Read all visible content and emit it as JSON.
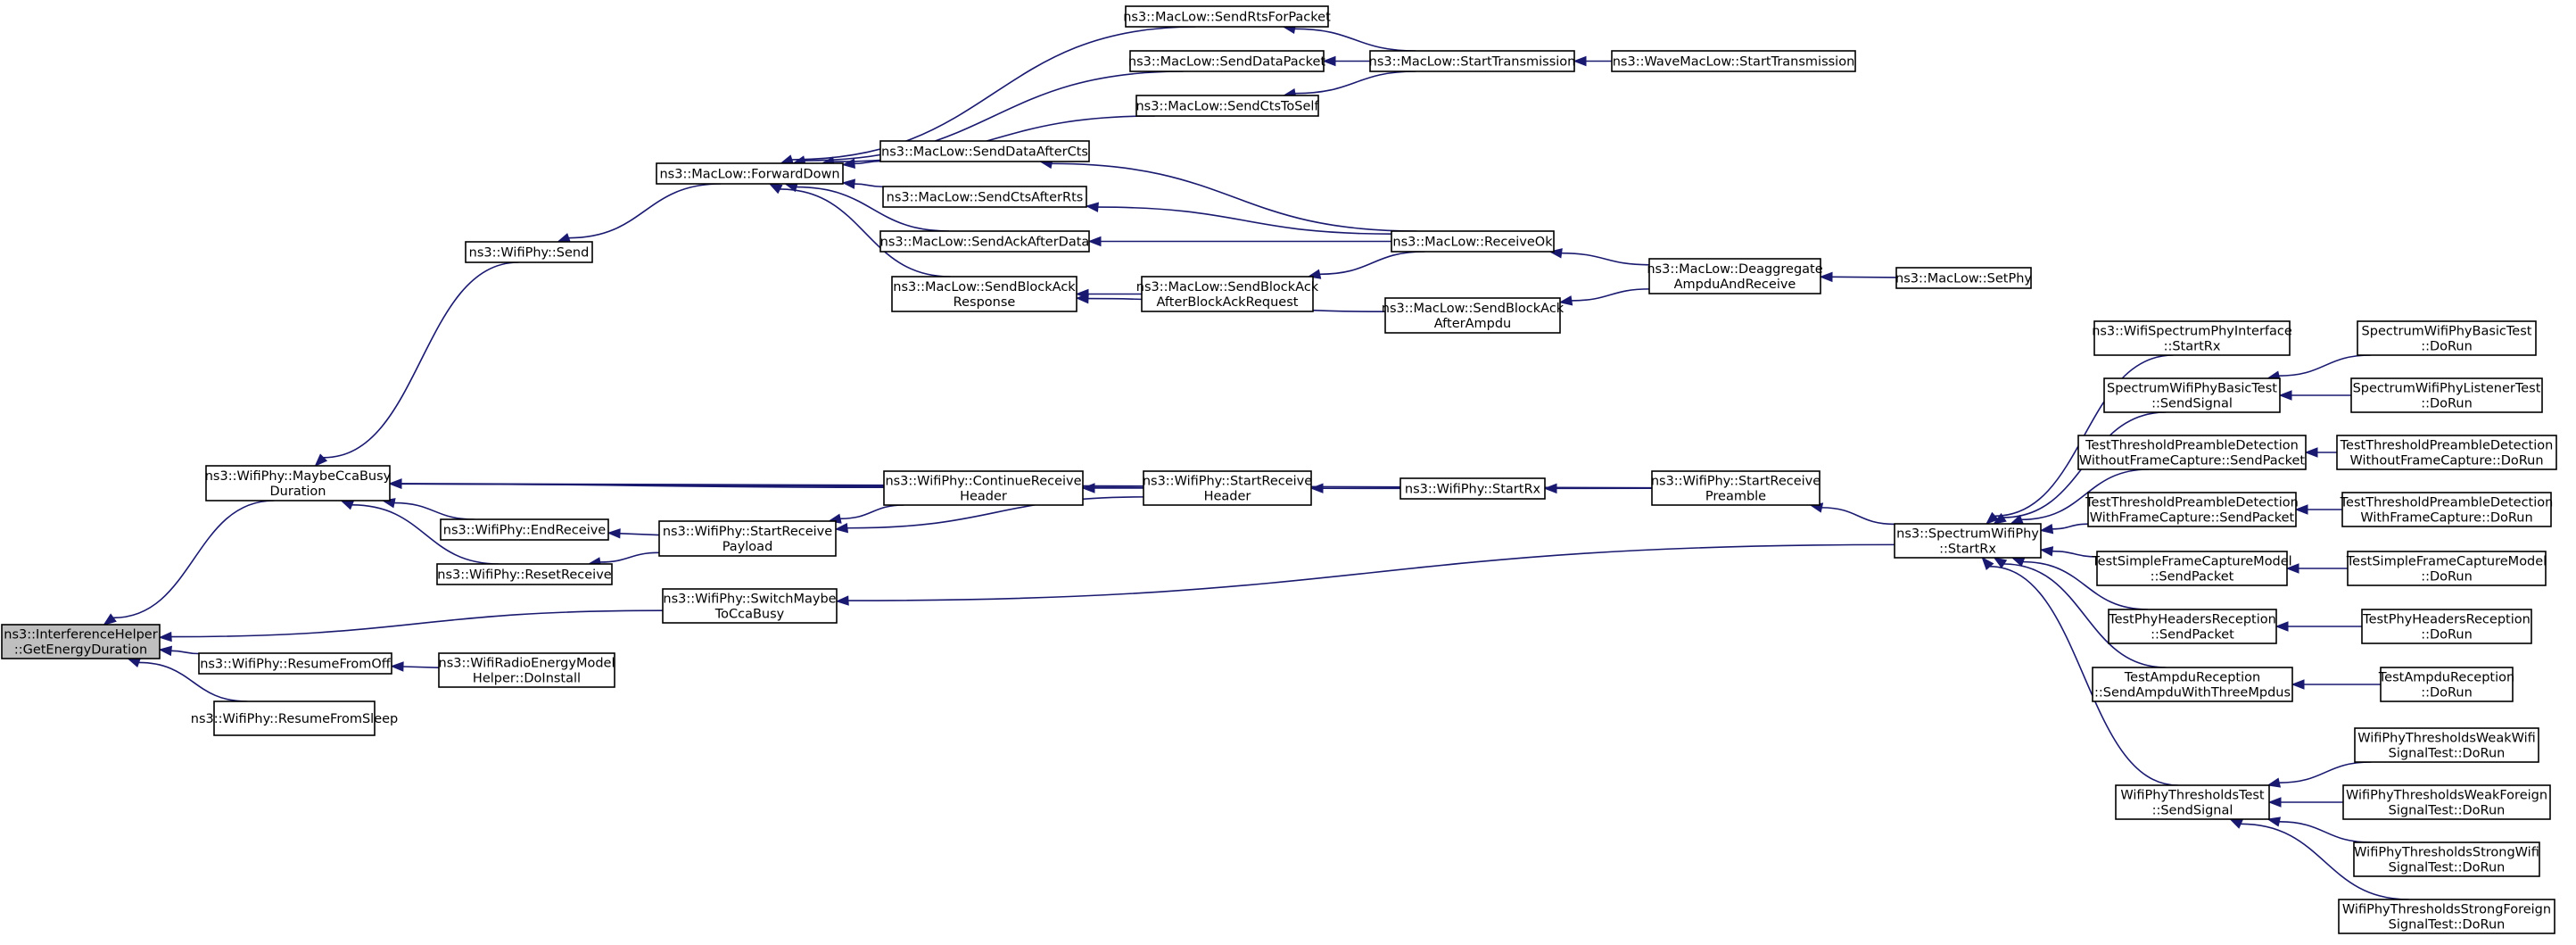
{
  "colors": {
    "edge": "#191970",
    "root_fill": "#bfbfbf",
    "node_fill": "#ffffff",
    "node_stroke": "#000000"
  },
  "nodes": {
    "root": [
      "ns3::InterferenceHelper",
      "::GetEnergyDuration"
    ],
    "maybeCca": [
      "ns3::WifiPhy::MaybeCcaBusy",
      "Duration"
    ],
    "resumeFromOff": [
      "ns3::WifiPhy::ResumeFromOff"
    ],
    "resumeFromSleep": [
      "ns3::WifiPhy::ResumeFromSleep"
    ],
    "wifiSend": [
      "ns3::WifiPhy::Send"
    ],
    "endReceive": [
      "ns3::WifiPhy::EndReceive"
    ],
    "resetReceive": [
      "ns3::WifiPhy::ResetReceive"
    ],
    "switchMaybe": [
      "ns3::WifiPhy::SwitchMaybe",
      "ToCcaBusy"
    ],
    "radioEnergy": [
      "ns3::WifiRadioEnergyModel",
      "Helper::DoInstall"
    ],
    "forwardDown": [
      "ns3::MacLow::ForwardDown"
    ],
    "startRecvPayload": [
      "ns3::WifiPhy::StartReceive",
      "Payload"
    ],
    "sendDataAfterCts": [
      "ns3::MacLow::SendDataAfterCts"
    ],
    "sendCtsAfterRts": [
      "ns3::MacLow::SendCtsAfterRts"
    ],
    "sendAckAfterData": [
      "ns3::MacLow::SendAckAfterData"
    ],
    "sendBlockAckResp": [
      "ns3::MacLow::SendBlockAck",
      "Response"
    ],
    "continueRecvHeader": [
      "ns3::WifiPhy::ContinueReceive",
      "Header"
    ],
    "sendRtsForPacket": [
      "ns3::MacLow::SendRtsForPacket"
    ],
    "sendDataPacket": [
      "ns3::MacLow::SendDataPacket"
    ],
    "sendCtsToSelf": [
      "ns3::MacLow::SendCtsToSelf"
    ],
    "sendBlockAckAfterBAR": [
      "ns3::MacLow::SendBlockAck",
      "AfterBlockAckRequest"
    ],
    "startRecvHeader": [
      "ns3::WifiPhy::StartReceive",
      "Header"
    ],
    "startTransmission": [
      "ns3::MacLow::StartTransmission"
    ],
    "receiveOk": [
      "ns3::MacLow::ReceiveOk"
    ],
    "sendBlockAckAfterAmpdu": [
      "ns3::MacLow::SendBlockAck",
      "AfterAmpdu"
    ],
    "wifiStartRx": [
      "ns3::WifiPhy::StartRx"
    ],
    "waveStartTransmission": [
      "ns3::WaveMacLow::StartTransmission"
    ],
    "deaggregate": [
      "ns3::MacLow::Deaggregate",
      "AmpduAndReceive"
    ],
    "startRecvPreamble": [
      "ns3::WifiPhy::StartReceive",
      "Preamble"
    ],
    "setPhy": [
      "ns3::MacLow::SetPhy"
    ],
    "spectrumStartRx": [
      "ns3::SpectrumWifiPhy",
      "::StartRx"
    ],
    "specIfStartRx": [
      "ns3::WifiSpectrumPhyInterface",
      "::StartRx"
    ],
    "specBasicSend": [
      "SpectrumWifiPhyBasicTest",
      "::SendSignal"
    ],
    "tpdWithout": [
      "TestThresholdPreambleDetection",
      "WithoutFrameCapture::SendPacket"
    ],
    "tpdWith": [
      "TestThresholdPreambleDetection",
      "WithFrameCapture::SendPacket"
    ],
    "simpleFC": [
      "TestSimpleFrameCaptureModel",
      "::SendPacket"
    ],
    "headersRecv": [
      "TestPhyHeadersReception",
      "::SendPacket"
    ],
    "ampduRecv": [
      "TestAmpduReception",
      "::SendAmpduWithThreeMpdus"
    ],
    "thresholdsTest": [
      "WifiPhyThresholdsTest",
      "::SendSignal"
    ],
    "specBasicDoRun": [
      "SpectrumWifiPhyBasicTest",
      "::DoRun"
    ],
    "specListenerDoRun": [
      "SpectrumWifiPhyListenerTest",
      "::DoRun"
    ],
    "tpdWithoutDoRun": [
      "TestThresholdPreambleDetection",
      "WithoutFrameCapture::DoRun"
    ],
    "tpdWithDoRun": [
      "TestThresholdPreambleDetection",
      "WithFrameCapture::DoRun"
    ],
    "simpleFCDoRun": [
      "TestSimpleFrameCaptureModel",
      "::DoRun"
    ],
    "headersDoRun": [
      "TestPhyHeadersReception",
      "::DoRun"
    ],
    "ampduDoRun": [
      "TestAmpduReception",
      "::DoRun"
    ],
    "weakWifi": [
      "WifiPhyThresholdsWeakWifi",
      "SignalTest::DoRun"
    ],
    "weakForeign": [
      "WifiPhyThresholdsWeakForeign",
      "SignalTest::DoRun"
    ],
    "strongWifi": [
      "WifiPhyThresholdsStrongWifi",
      "SignalTest::DoRun"
    ],
    "strongForeign": [
      "WifiPhyThresholdsStrongForeign",
      "SignalTest::DoRun"
    ]
  },
  "edges": [
    [
      "maybeCca",
      "root"
    ],
    [
      "resumeFromOff",
      "root"
    ],
    [
      "resumeFromSleep",
      "root"
    ],
    [
      "switchMaybe",
      "root"
    ],
    [
      "wifiSend",
      "maybeCca"
    ],
    [
      "endReceive",
      "maybeCca"
    ],
    [
      "resetReceive",
      "maybeCca"
    ],
    [
      "continueRecvHeader",
      "maybeCca"
    ],
    [
      "startRecvHeader",
      "maybeCca"
    ],
    [
      "startRecvPreamble",
      "maybeCca"
    ],
    [
      "radioEnergy",
      "resumeFromOff"
    ],
    [
      "spectrumStartRx",
      "switchMaybe"
    ],
    [
      "forwardDown",
      "wifiSend"
    ],
    [
      "startRecvPayload",
      "endReceive"
    ],
    [
      "startRecvPayload",
      "resetReceive"
    ],
    [
      "continueRecvHeader",
      "startRecvPayload"
    ],
    [
      "startRecvHeader",
      "startRecvPayload"
    ],
    [
      "sendRtsForPacket",
      "forwardDown"
    ],
    [
      "sendDataPacket",
      "forwardDown"
    ],
    [
      "sendCtsToSelf",
      "forwardDown"
    ],
    [
      "sendDataAfterCts",
      "forwardDown"
    ],
    [
      "sendCtsAfterRts",
      "forwardDown"
    ],
    [
      "sendAckAfterData",
      "forwardDown"
    ],
    [
      "sendBlockAckResp",
      "forwardDown"
    ],
    [
      "receiveOk",
      "sendDataAfterCts"
    ],
    [
      "receiveOk",
      "sendCtsAfterRts"
    ],
    [
      "receiveOk",
      "sendAckAfterData"
    ],
    [
      "sendBlockAckAfterBAR",
      "sendBlockAckResp"
    ],
    [
      "sendBlockAckAfterAmpdu",
      "sendBlockAckResp"
    ],
    [
      "startRecvHeader",
      "continueRecvHeader"
    ],
    [
      "startTransmission",
      "sendRtsForPacket"
    ],
    [
      "startTransmission",
      "sendDataPacket"
    ],
    [
      "startTransmission",
      "sendCtsToSelf"
    ],
    [
      "receiveOk",
      "sendBlockAckAfterBAR"
    ],
    [
      "wifiStartRx",
      "startRecvHeader"
    ],
    [
      "waveStartTransmission",
      "startTransmission"
    ],
    [
      "deaggregate",
      "receiveOk"
    ],
    [
      "deaggregate",
      "sendBlockAckAfterAmpdu"
    ],
    [
      "startRecvPreamble",
      "wifiStartRx"
    ],
    [
      "setPhy",
      "deaggregate"
    ],
    [
      "spectrumStartRx",
      "startRecvPreamble"
    ],
    [
      "specIfStartRx",
      "spectrumStartRx"
    ],
    [
      "specBasicSend",
      "spectrumStartRx"
    ],
    [
      "tpdWithout",
      "spectrumStartRx"
    ],
    [
      "tpdWith",
      "spectrumStartRx"
    ],
    [
      "simpleFC",
      "spectrumStartRx"
    ],
    [
      "headersRecv",
      "spectrumStartRx"
    ],
    [
      "ampduRecv",
      "spectrumStartRx"
    ],
    [
      "thresholdsTest",
      "spectrumStartRx"
    ],
    [
      "specBasicDoRun",
      "specBasicSend"
    ],
    [
      "specListenerDoRun",
      "specBasicSend"
    ],
    [
      "tpdWithoutDoRun",
      "tpdWithout"
    ],
    [
      "tpdWithDoRun",
      "tpdWith"
    ],
    [
      "simpleFCDoRun",
      "simpleFC"
    ],
    [
      "headersDoRun",
      "headersRecv"
    ],
    [
      "ampduDoRun",
      "ampduRecv"
    ],
    [
      "weakWifi",
      "thresholdsTest"
    ],
    [
      "weakForeign",
      "thresholdsTest"
    ],
    [
      "strongWifi",
      "thresholdsTest"
    ],
    [
      "strongForeign",
      "thresholdsTest"
    ]
  ]
}
